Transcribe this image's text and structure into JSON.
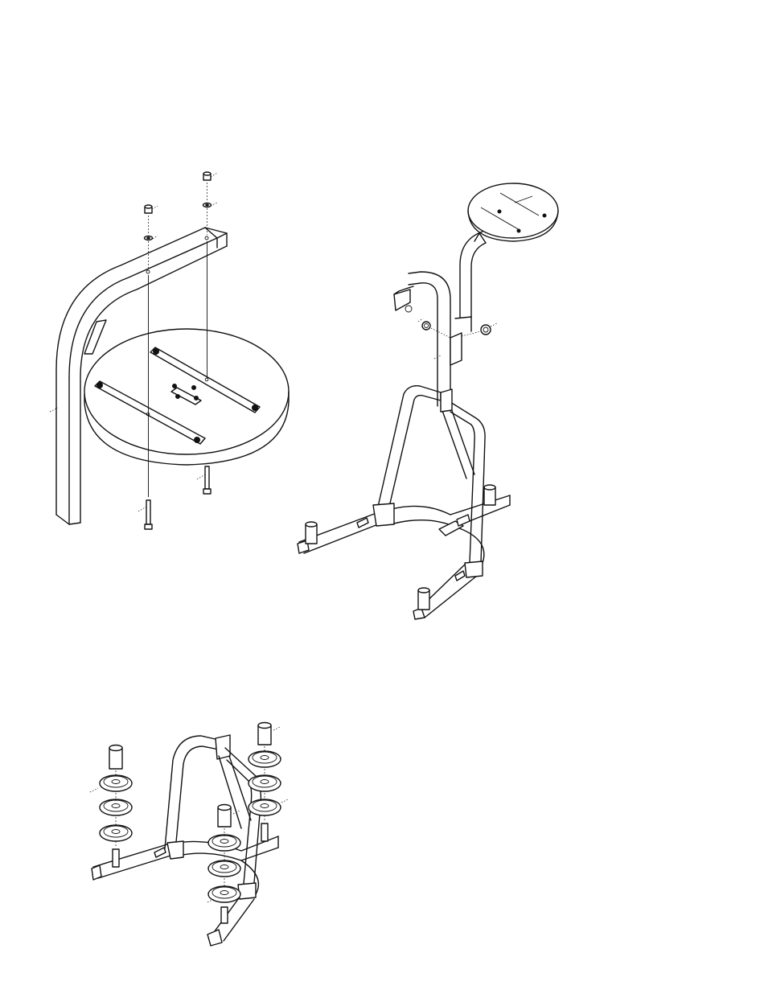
{
  "page": {
    "background": "#ffffff",
    "line_color": "#111111"
  },
  "figures": [
    {
      "id": "seat-attachment",
      "icon": "seat-bracket-exploded-view"
    },
    {
      "id": "frame-assembly",
      "icon": "stand-frame-isometric-view"
    },
    {
      "id": "weight-plate-storage",
      "icon": "weight-plates-exploded-view"
    }
  ]
}
